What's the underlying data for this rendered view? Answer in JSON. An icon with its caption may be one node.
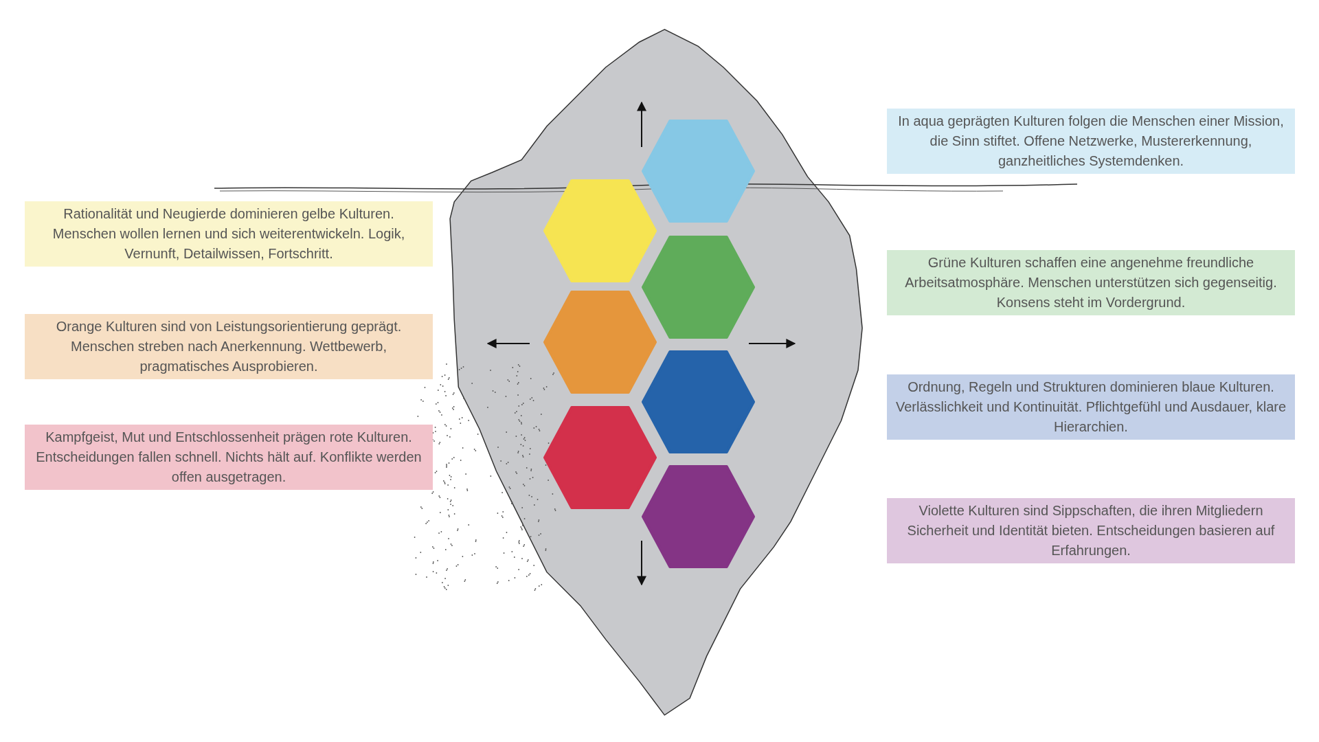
{
  "diagram": {
    "nodes": [
      {
        "text": [],
        "shape": "hexagon"
      },
      {
        "text": [],
        "shape": "hexagon"
      },
      {
        "text": [],
        "shape": "hexagon"
      },
      {
        "text": [],
        "shape": "hexagon"
      },
      {
        "text": [],
        "shape": "hexagon"
      },
      {
        "text": [],
        "shape": "hexagon"
      },
      {
        "text": [],
        "shape": "hexagon"
      },
      {
        "text": [
          "In aqua geprägten Kulturen folgen die Menschen einer Mission, die Sinn stiftet. Offene Netzwerke, Mustererkennung, ganzheitliches Systemdenken."
        ]
      },
      {
        "text": [
          "Rationalität und Neugierde dominieren gelbe Kulturen. Menschen wollen lernen und sich weiterentwickeln. Logik, Vernunft, Detailwissen, Fortschritt."
        ]
      },
      {
        "text": [
          "Grüne Kulturen schaffen eine angenehme freundliche Arbeitsatmosphäre. Menschen unterstützen sich gegenseitig. Konsens steht im Vordergrund."
        ]
      },
      {
        "text": [
          "Orange Kulturen sind von Leistungsorientierung geprägt. Menschen streben nach Anerkennung. Wettbewerb, pragmatisches Ausprobieren."
        ]
      },
      {
        "text": [
          "Ordnung, Regeln und Strukturen dominieren blaue Kulturen. Verlässlichkeit und Kontinuität. Pflichtgefühl und Ausdauer, klare Hierarchien."
        ]
      },
      {
        "text": [
          "Kampfgeist, Mut und Entschlossenheit prägen rote Kulturen. Entscheidungen fallen schnell. Nichts hält auf. Konflikte werden offen ausgetragen."
        ]
      },
      {
        "text": [
          "Violette Kulturen sind Sippschaften, die ihren Mitgliedern Sicherheit und Identität bieten. Entscheidungen basieren auf Erfahrungen."
        ]
      }
    ]
  }
}
